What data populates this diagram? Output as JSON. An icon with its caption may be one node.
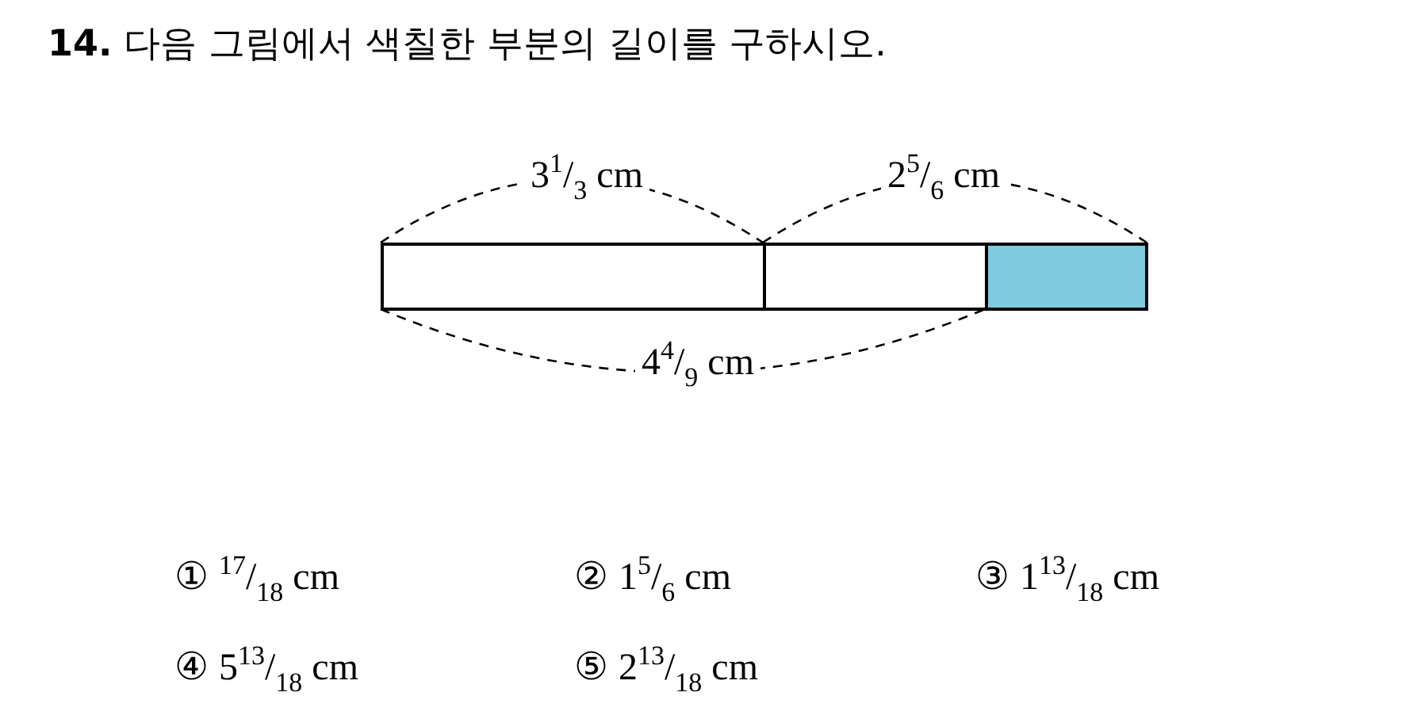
{
  "diagram": {
    "title": "**14.** 다음 그림에서 색칠한 부분의 길이를 구하시오.",
    "nodes": [
      {
        "text": [],
        "shape": "box"
      },
      {
        "text": [],
        "shape": "box"
      },
      {
        "text": [],
        "shape": "box"
      }
    ],
    "labels": [
      "3$^{1}$/$_{3}$ cm",
      "2$^{5}$/$_{6}$ cm",
      "4$^{4}$/$_{9}$ cm",
      "① $^{17}$/$_{18}$ cm",
      "② 1$^{5}$/$_{6}$ cm",
      "③ 1$^{13}$/$_{18}$ cm",
      "④ 5$^{13}$/$_{18}$ cm",
      "⑤ 2$^{13}$/$_{18}$ cm"
    ]
  }
}
